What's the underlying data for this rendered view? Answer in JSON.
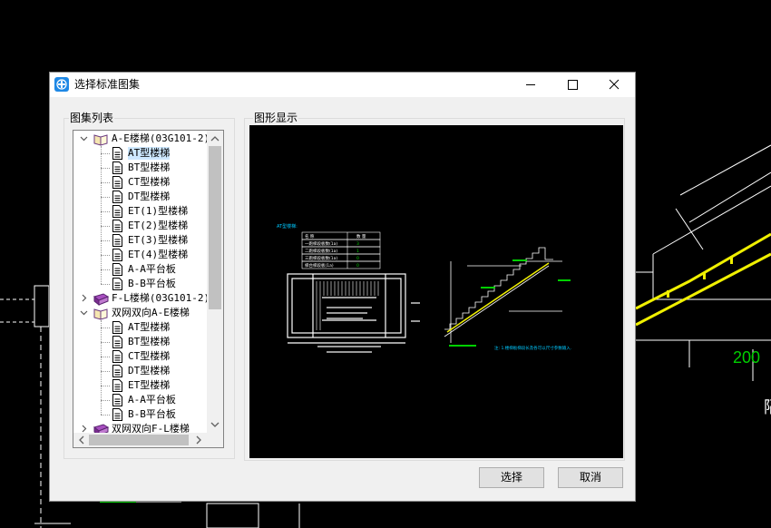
{
  "background": {
    "dim_text": "200",
    "side_char": "隔"
  },
  "dialog": {
    "title": "选择标准图集",
    "tree_group_label": "图集列表",
    "preview_group_label": "图形显示",
    "select_button": "选择",
    "cancel_button": "取消",
    "tree": [
      {
        "type": "book",
        "expanded": true,
        "label": "A-E楼梯(03G101-2)"
      },
      {
        "type": "doc",
        "label": "AT型楼梯",
        "selected": true
      },
      {
        "type": "doc",
        "label": "BT型楼梯"
      },
      {
        "type": "doc",
        "label": "CT型楼梯"
      },
      {
        "type": "doc",
        "label": "DT型楼梯"
      },
      {
        "type": "doc",
        "label": "ET(1)型楼梯"
      },
      {
        "type": "doc",
        "label": "ET(2)型楼梯"
      },
      {
        "type": "doc",
        "label": "ET(3)型楼梯"
      },
      {
        "type": "doc",
        "label": "ET(4)型楼梯"
      },
      {
        "type": "doc",
        "label": "A-A平台板"
      },
      {
        "type": "doc",
        "label": "B-B平台板"
      },
      {
        "type": "book",
        "expanded": false,
        "label": "F-L楼梯(03G101-2)"
      },
      {
        "type": "book",
        "expanded": true,
        "label": "双网双向A-E楼梯"
      },
      {
        "type": "doc",
        "label": "AT型楼梯"
      },
      {
        "type": "doc",
        "label": "BT型楼梯"
      },
      {
        "type": "doc",
        "label": "CT型楼梯"
      },
      {
        "type": "doc",
        "label": "DT型楼梯"
      },
      {
        "type": "doc",
        "label": "ET型楼梯"
      },
      {
        "type": "doc",
        "label": "A-A平台板"
      },
      {
        "type": "doc",
        "label": "B-B平台板"
      },
      {
        "type": "book",
        "expanded": false,
        "label": "双网双向F-L楼梯"
      }
    ],
    "preview": {
      "caption": "AT型楼梯:",
      "table": [
        [
          "名 称",
          "数 量"
        ],
        [
          "一跑梯段板数(1a)",
          "3"
        ],
        [
          "二跑梯段板数(1a)",
          "1"
        ],
        [
          "三跑梯段板数(1a)",
          "0"
        ],
        [
          "梯台梯段板(1a)",
          "0"
        ]
      ],
      "note": "注: 1.楼梯板梯段长及各可以尺寸参数输入."
    }
  },
  "colors": {
    "cad_line": "#ffffff",
    "cad_yellow": "#f0f000",
    "cad_green": "#00d000",
    "cad_cyan": "#00c8ff",
    "tree_selected": "#cde8ff",
    "app_icon": "#1e88e5"
  }
}
